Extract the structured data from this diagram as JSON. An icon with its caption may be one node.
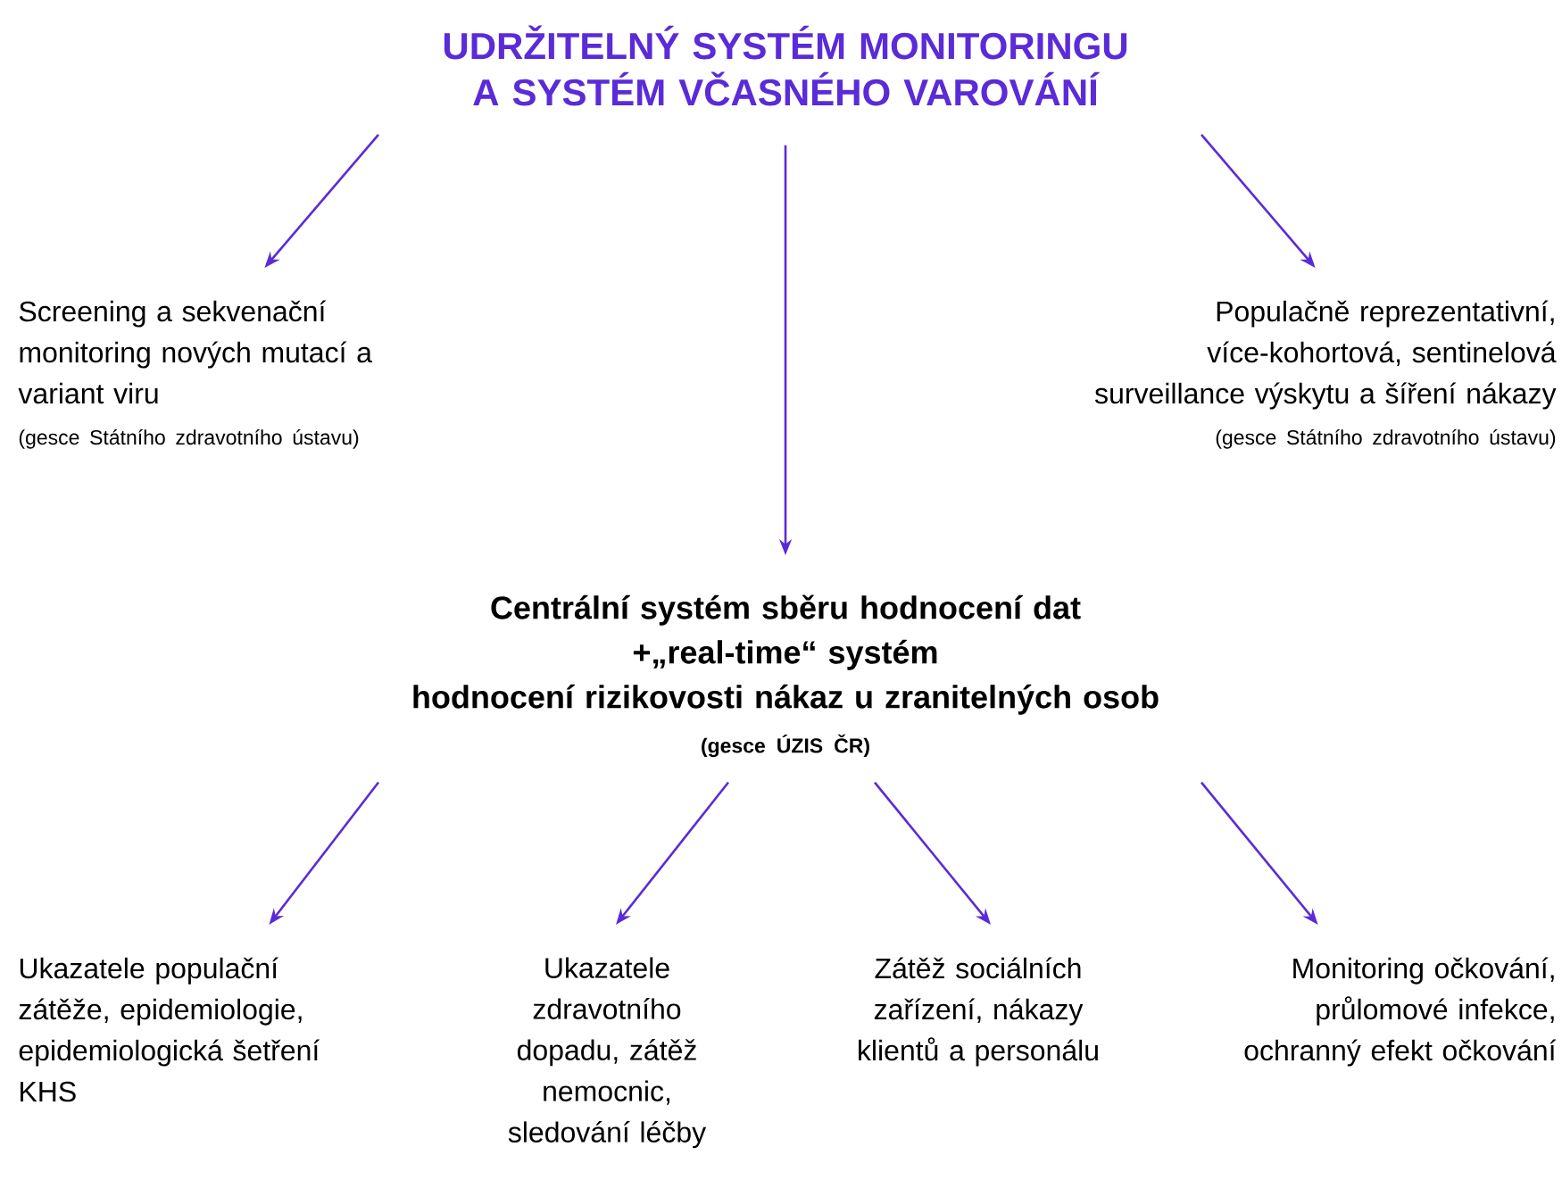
{
  "diagram": {
    "nodes": [
      {
        "text": [
          "UDRŽITELNÝ SYSTÉM MONITORINGU A SYSTÉM VČASNÉHO VAROVÁNÍ"
        ]
      },
      {
        "text": [
          "Screening a sekvenační monitoring nových mutací a variant viru",
          "(gesce Státního zdravotního ústavu)"
        ]
      },
      {
        "text": [
          "Populačně reprezentativní, více-kohortová, sentinelová surveillance výskytu a šíření nákazy",
          "(gesce Státního zdravotního ústavu)"
        ]
      },
      {
        "text": [
          "Centrální systém sběru  hodnocení dat",
          "+„real-time“ systém",
          "hodnocení rizikovosti nákaz u zranitelných osob",
          "(gesce ÚZIS ČR)"
        ]
      },
      {
        "text": [
          "Ukazatele populační zátěže, epidemiologie, epidemiologická šetření KHS"
        ]
      },
      {
        "text": [
          "Ukazatele zdravotního dopadu, zátěž nemocnic, sledování léčby"
        ]
      },
      {
        "text": [
          "Zátěž sociálních zařízení, nákazy klientů a personálu"
        ]
      },
      {
        "text": [
          "Monitoring očkování, průlomové infekce, ochranný efekt očkování"
        ]
      }
    ],
    "edges": [
      {
        "from": 0,
        "to": 1,
        "arrow": "to"
      },
      {
        "from": 0,
        "to": 3,
        "arrow": "to"
      },
      {
        "from": 0,
        "to": 2,
        "arrow": "to"
      },
      {
        "from": 3,
        "to": 4,
        "arrow": "to"
      },
      {
        "from": 3,
        "to": 5,
        "arrow": "to"
      },
      {
        "from": 3,
        "to": 6,
        "arrow": "to"
      },
      {
        "from": 3,
        "to": 7,
        "arrow": "to"
      }
    ]
  }
}
